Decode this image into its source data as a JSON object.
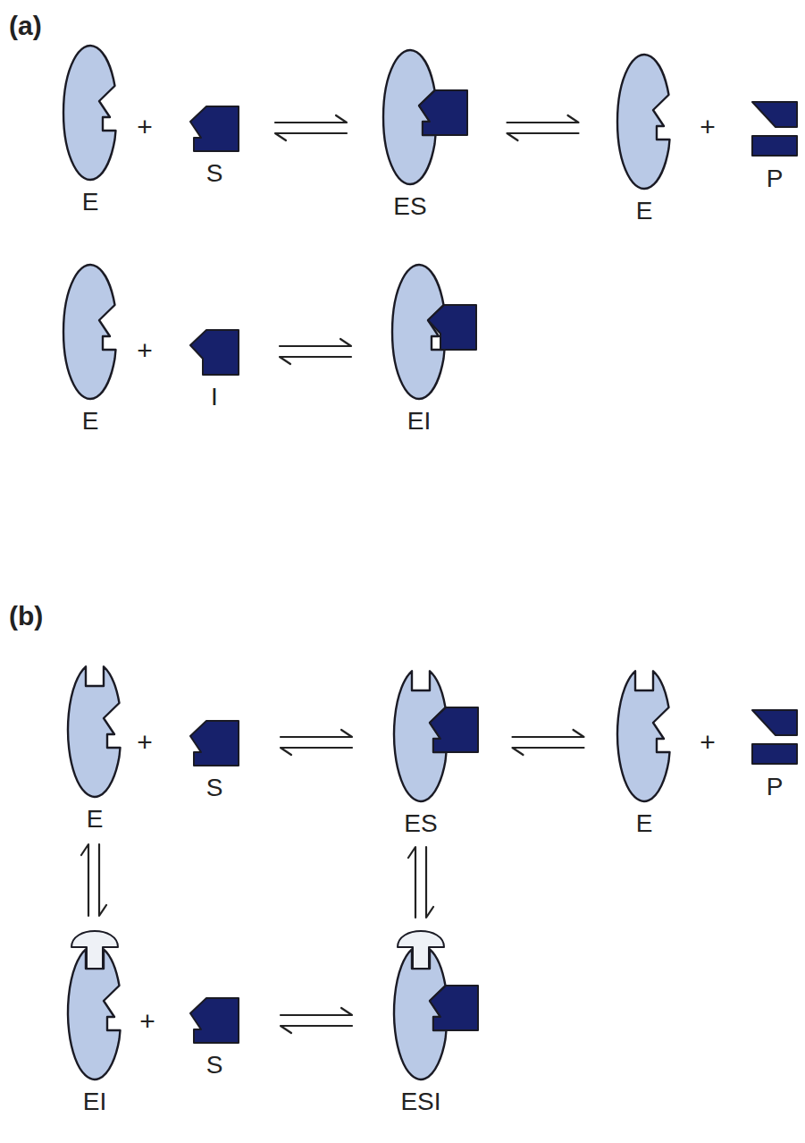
{
  "diagram": {
    "nodes": [
      {
        "text": [
          "E"
        ]
      },
      {
        "text": [
          "S"
        ]
      },
      {
        "text": [
          "ES"
        ]
      },
      {
        "text": [
          "E"
        ]
      },
      {
        "text": [
          "P"
        ]
      },
      {
        "text": [
          "E"
        ]
      },
      {
        "text": [
          "I"
        ]
      },
      {
        "text": [
          "EI"
        ]
      },
      {
        "text": [
          "E"
        ]
      },
      {
        "text": [
          "S"
        ]
      },
      {
        "text": [
          "ES"
        ]
      },
      {
        "text": [
          "E"
        ]
      },
      {
        "text": [
          "P"
        ]
      },
      {
        "text": [
          "EI"
        ]
      },
      {
        "text": [
          "S"
        ]
      },
      {
        "text": [
          "ESI"
        ]
      }
    ],
    "edges": [
      {
        "from": 1,
        "to": 2,
        "arrow": "both"
      },
      {
        "from": 2,
        "to": 3,
        "arrow": "both"
      },
      {
        "from": 6,
        "to": 7,
        "arrow": "both"
      },
      {
        "from": 9,
        "to": 10,
        "arrow": "both"
      },
      {
        "from": 10,
        "to": 11,
        "arrow": "both"
      },
      {
        "from": 8,
        "to": 13,
        "arrow": "both"
      },
      {
        "from": 10,
        "to": 15,
        "arrow": "both"
      },
      {
        "from": 14,
        "to": 15,
        "arrow": "both"
      }
    ],
    "labels": [
      "(a)",
      "+",
      "+",
      "+",
      "(b)",
      "+",
      "+",
      "+"
    ]
  }
}
